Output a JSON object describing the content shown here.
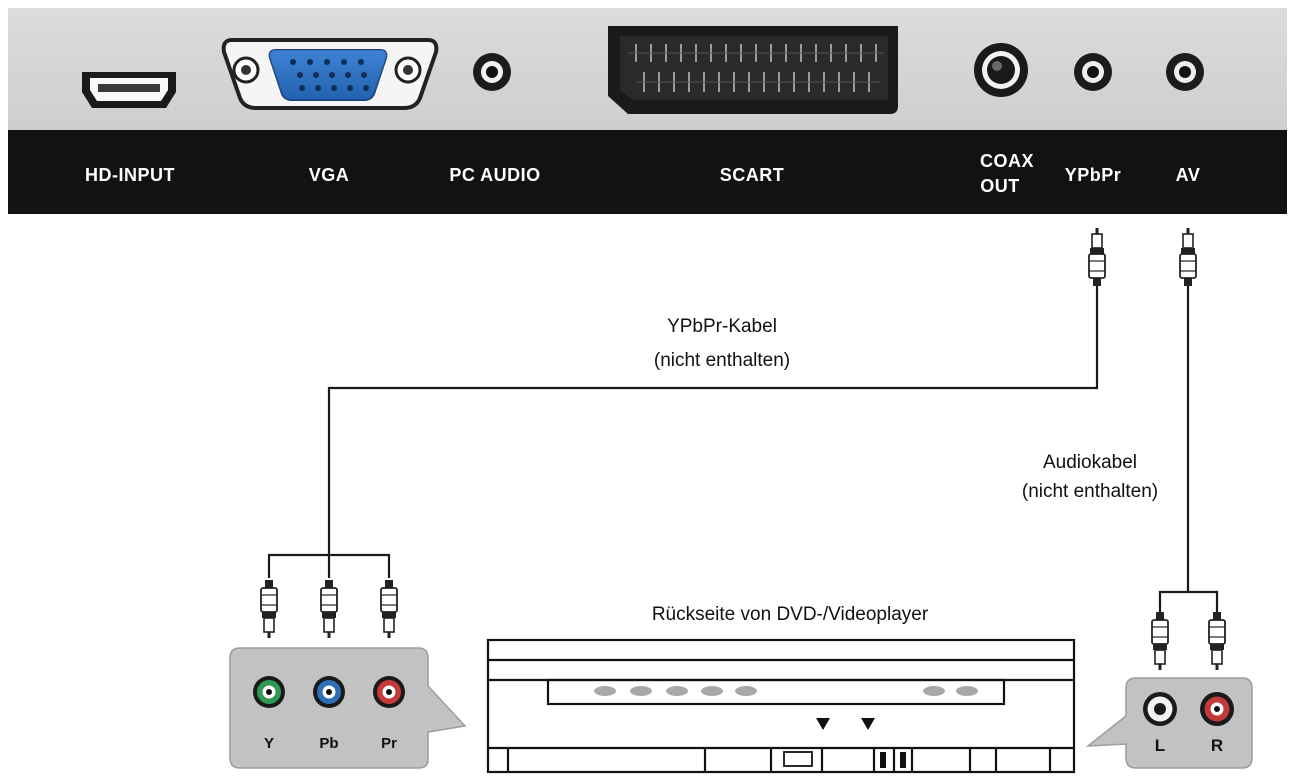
{
  "panel": {
    "ports": {
      "hd_input": "HD-INPUT",
      "vga": "VGA",
      "pc_audio": "PC AUDIO",
      "scart": "SCART",
      "coax_line1": "COAX",
      "coax_line2": "OUT",
      "ypbpr": "YPbPr",
      "av": "AV"
    },
    "colors": {
      "panel_top": "#d4d4d4",
      "label_strip": "#121212",
      "vga_connector": "#2a6fc0"
    }
  },
  "cables": {
    "ypbpr_line1": "YPbPr-Kabel",
    "ypbpr_line2": "(nicht enthalten)",
    "audio_line1": "Audiokabel",
    "audio_line2": "(nicht enthalten)"
  },
  "device": {
    "title": "Rückseite von DVD-/Videoplayer"
  },
  "jacks_component": {
    "y": "Y",
    "pb": "Pb",
    "pr": "Pr",
    "colors": {
      "y": "#2f9a52",
      "pb": "#2f6fb8",
      "pr": "#c43a3a"
    }
  },
  "jacks_audio": {
    "l": "L",
    "r": "R",
    "colors": {
      "l": "#f2f2f2",
      "r": "#c43a3a"
    }
  }
}
